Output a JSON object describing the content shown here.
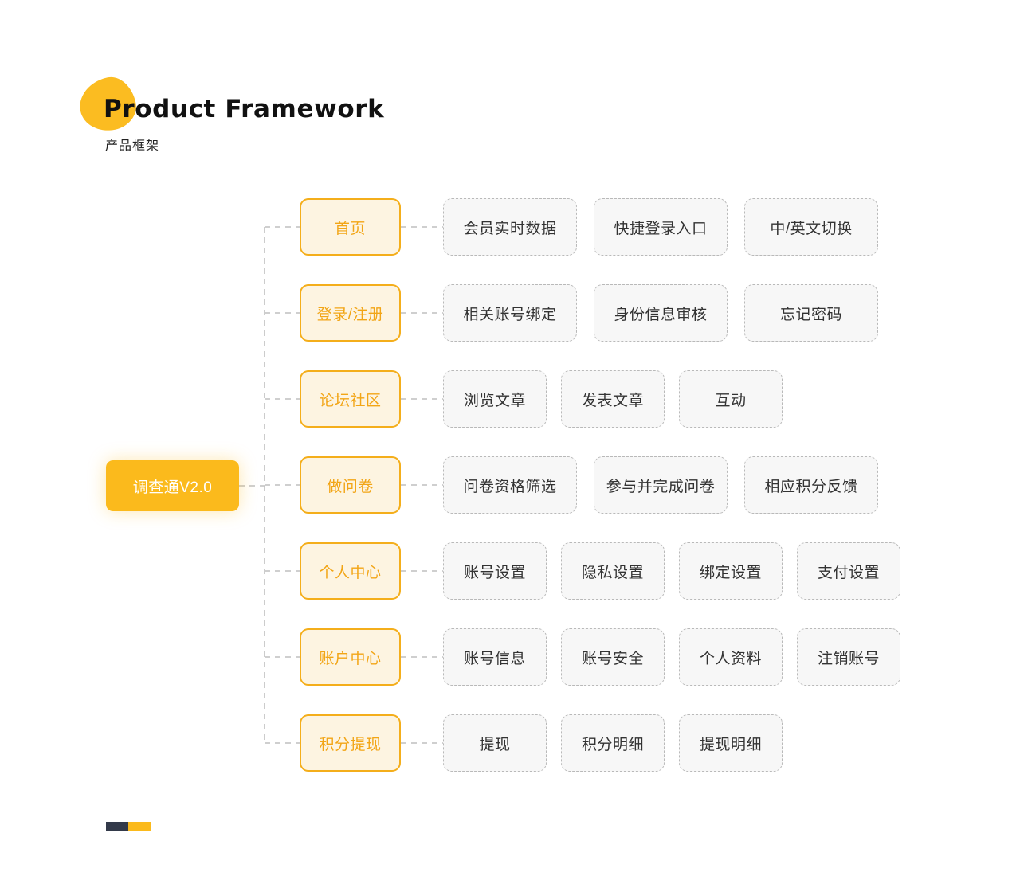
{
  "header": {
    "title": "Product Framework",
    "subtitle": "产品框架",
    "blob_color": "#FBBC21"
  },
  "diagram": {
    "type": "tree",
    "root": {
      "label": "调查通V2.0",
      "fill": "#FBBA1C",
      "text_color": "#FFFFFF"
    },
    "level2_style": {
      "fill": "#FDF4E1",
      "border": "#F4AE1B",
      "text_color": "#F2A516"
    },
    "level3_style": {
      "fill": "#F7F7F7",
      "border": "#B9B9B9",
      "text_color": "#333333",
      "border_style": "dashed"
    },
    "connector_color": "#BFBFBF",
    "branches": [
      {
        "label": "首页",
        "children": [
          "会员实时数据",
          "快捷登录入口",
          "中/英文切换"
        ]
      },
      {
        "label": "登录/注册",
        "children": [
          "相关账号绑定",
          "身份信息审核",
          "忘记密码"
        ]
      },
      {
        "label": "论坛社区",
        "children": [
          "浏览文章",
          "发表文章",
          "互动"
        ]
      },
      {
        "label": "做问卷",
        "children": [
          "问卷资格筛选",
          "参与并完成问卷",
          "相应积分反馈"
        ]
      },
      {
        "label": "个人中心",
        "children": [
          "账号设置",
          "隐私设置",
          "绑定设置",
          "支付设置"
        ]
      },
      {
        "label": "账户中心",
        "children": [
          "账号信息",
          "账号安全",
          "个人资料",
          "注销账号"
        ]
      },
      {
        "label": "积分提现",
        "children": [
          "提现",
          "积分明细",
          "提现明细"
        ]
      }
    ]
  },
  "footer": {
    "dark_color": "#333A4A",
    "amber_color": "#FBBA1C"
  }
}
